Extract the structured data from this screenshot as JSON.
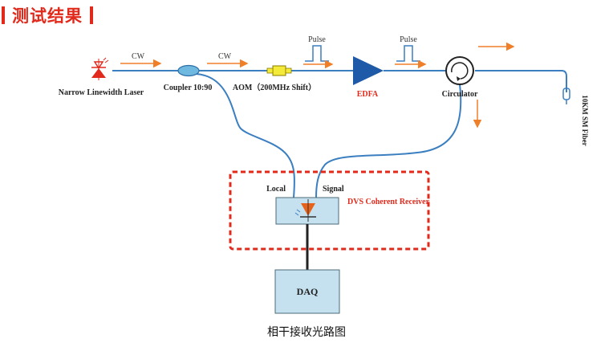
{
  "header": {
    "title": "测试结果"
  },
  "diagram": {
    "labels": {
      "laser": "Narrow Linewidth Laser",
      "coupler": "Coupler 10:90",
      "aom": "AOM（200MHz Shift）",
      "edfa": "EDFA",
      "circulator": "Circulator",
      "fiber": "10KM SM Fiber",
      "cw1": "CW",
      "cw2": "CW",
      "pulse1": "Pulse",
      "pulse2": "Pulse",
      "local": "Local",
      "signal": "Signal",
      "receiver": "DVS Coherent Receiver",
      "daq": "DAQ"
    },
    "caption": "相干接收光路图"
  },
  "colors": {
    "fiber": "#3b7fc0",
    "arrow": "#f07f2a",
    "accent_red": "#e22a1c",
    "box_fill": "#c5e0ee",
    "aom_fill": "#f4ea3a",
    "edfa_fill": "#1f5aa8"
  }
}
